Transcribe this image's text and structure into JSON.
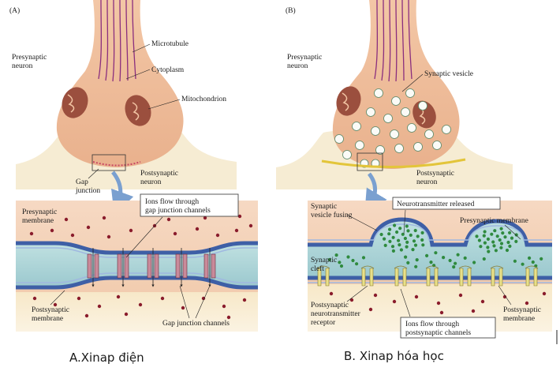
{
  "panel_a": {
    "letter": "(A)",
    "labels": {
      "presynaptic_neuron": [
        "Presynaptic",
        "neuron"
      ],
      "microtubule": "Microtubule",
      "cytoplasm": "Cytoplasm",
      "mitochondrion": "Mitochondrion",
      "gap_junction": [
        "Gap",
        "junction"
      ],
      "postsynaptic_neuron": [
        "Postsynaptic",
        "neuron"
      ],
      "presynaptic_membrane": [
        "Presynaptic",
        "membrane"
      ],
      "ions_flow": [
        "Ions flow through",
        "gap junction channels"
      ],
      "postsynaptic_membrane": [
        "Postsynaptic",
        "membrane"
      ],
      "gap_junction_channels": "Gap junction channels"
    },
    "caption": "A.Xinap điện"
  },
  "panel_b": {
    "letter": "(B)",
    "labels": {
      "presynaptic_neuron": [
        "Presynaptic",
        "neuron"
      ],
      "synaptic_vesicle": "Synaptic vesicle",
      "postsynaptic_neuron": [
        "Postsynaptic",
        "neuron"
      ],
      "synaptic_vesicle_fusing": [
        "Synaptic",
        "vesicle fusing"
      ],
      "neurotransmitter_released": "Neurotransmitter released",
      "presynaptic_membrane": "Presynaptic membrane",
      "synaptic_cleft": [
        "Synaptic",
        "cleft"
      ],
      "receptor": [
        "Postsynaptic",
        "neurotransmitter",
        "receptor"
      ],
      "ions_flow": [
        "Ions flow through",
        "postsynaptic channels"
      ],
      "postsynaptic_membrane": [
        "Postsynaptic",
        "membrane"
      ]
    },
    "caption": "B. Xinap hóa học"
  },
  "colors": {
    "axon": "#e7a27f",
    "terminal": "#f2c4a3",
    "postsynaptic": "#f0e2b8",
    "membrane": "#3e5fa6",
    "cleft": "#a9d2d6",
    "ion": "#8a1c2c",
    "neurotransmitter": "#2f8a3e",
    "mitochondrion": "#8a4a3a",
    "arrow": "#7aa0d0"
  }
}
